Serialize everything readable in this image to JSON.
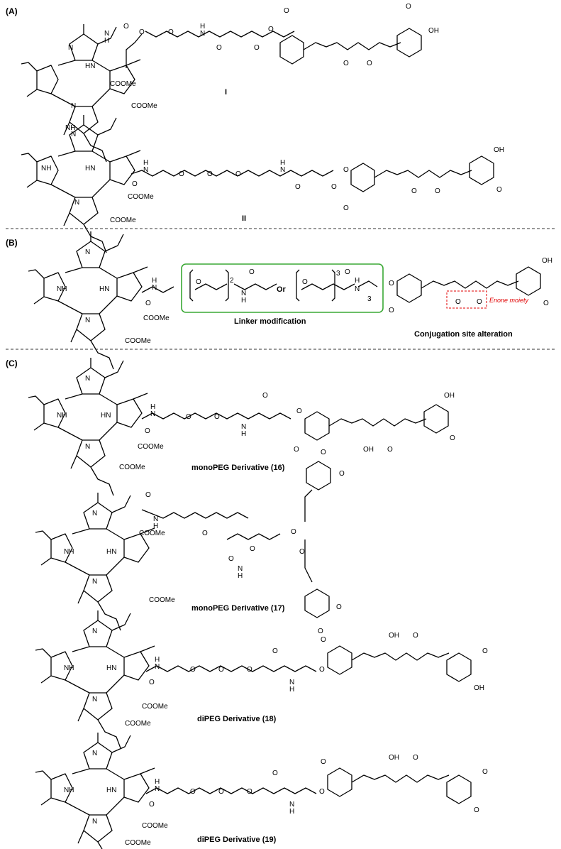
{
  "sections": {
    "a": "(A)",
    "b": "(B)",
    "c": "(C)"
  },
  "compounds": {
    "one": "I",
    "two": "II",
    "c16": "monoPEG Derivative (16)",
    "c17": "monoPEG Derivative (17)",
    "c18": "diPEG Derivative (18)",
    "c19": "diPEG Derivative (19)"
  },
  "panel_b": {
    "linker_label": "Linker modification",
    "conjugation_label": "Conjugation site alteration",
    "enone_label": "Enone moiety",
    "or_label": "Or",
    "sub2": "2",
    "sub3": "3",
    "sub3b": "3"
  },
  "atoms": {
    "N": "N",
    "NH": "NH",
    "HN": "HN",
    "H": "H",
    "O": "O",
    "OH": "OH",
    "COOMe": "COOMe",
    "dots": "⌇"
  },
  "colors": {
    "linker_box": "#3aa835",
    "enone_box": "#e00000",
    "enone_text": "#e00000"
  }
}
